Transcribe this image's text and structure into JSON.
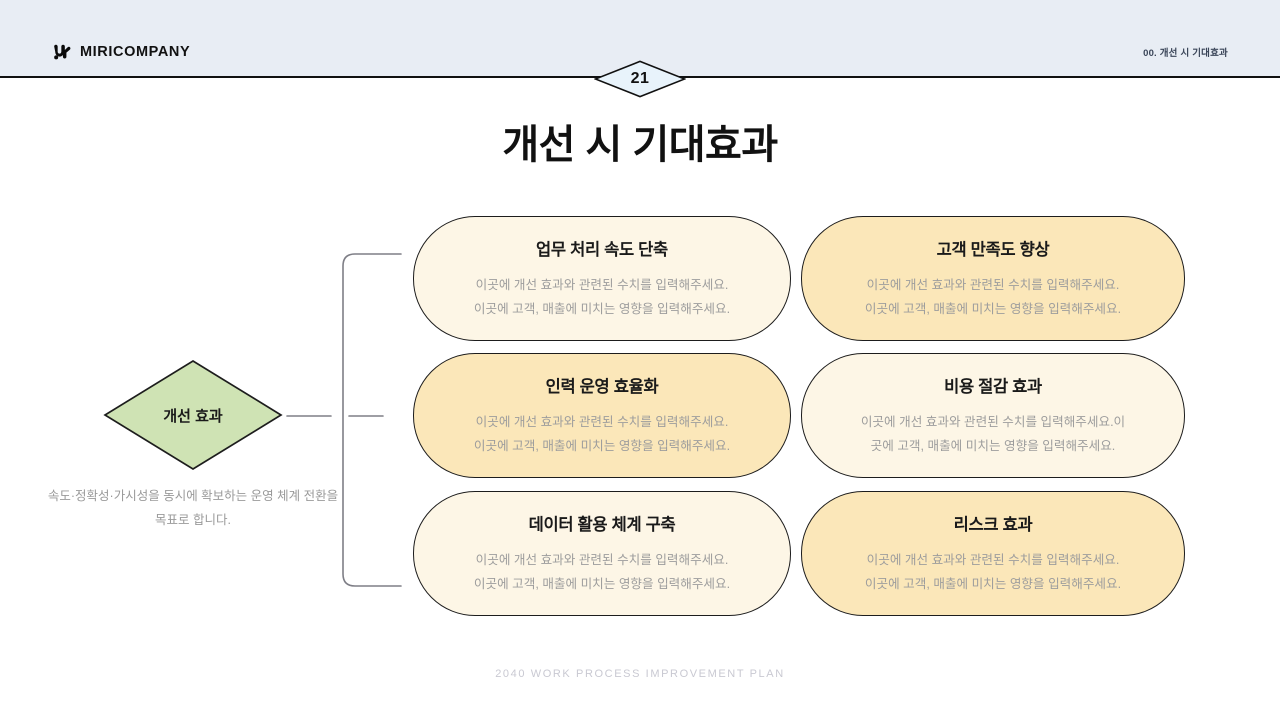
{
  "header": {
    "logo_text": "MIRICOMPANY",
    "logo_icon": "miri-mark-icon",
    "section_label": "00. 개선 시 기대효과",
    "band_color": "#e8edf4",
    "rule_color": "#111111"
  },
  "page_badge": {
    "number": "21",
    "fill": "#e8f3fb",
    "stroke": "#111111"
  },
  "title": "개선 시 기대효과",
  "left_node": {
    "label": "개선 효과",
    "fill": "#cfe3b4",
    "stroke": "#1d1d1d",
    "caption_line1": "속도·정확성·가시성을 동시에 확보하는",
    "caption_line2": "운영 체계 전환을 목표로 합니다.",
    "caption_color": "#9a9a9a"
  },
  "connector": {
    "line_color": "#7e7e86"
  },
  "cards": [
    {
      "title": "업무 처리 속도 단축",
      "body_line1": "이곳에 개선 효과와 관련된 수치를 입력해주세요.",
      "body_line2": "이곳에 고객, 매출에 미치는 영향을 입력해주세요.",
      "fill": "#fdf6e6"
    },
    {
      "title": "고객 만족도 향상",
      "body_line1": "이곳에 개선 효과와 관련된 수치를 입력해주세요.",
      "body_line2": "이곳에 고객, 매출에 미치는 영향을 입력해주세요.",
      "fill": "#fbe7b9"
    },
    {
      "title": "인력 운영 효율화",
      "body_line1": "이곳에 개선 효과와 관련된 수치를 입력해주세요.",
      "body_line2": "이곳에 고객, 매출에 미치는 영향을 입력해주세요.",
      "fill": "#fbe7b9"
    },
    {
      "title": "비용 절감 효과",
      "body_line1": "이곳에 개선 효과와 관련된 수치를 입력해주세요.이",
      "body_line2": "곳에 고객, 매출에 미치는 영향을 입력해주세요.",
      "fill": "#fdf6e6"
    },
    {
      "title": "데이터 활용 체계 구축",
      "body_line1": "이곳에 개선 효과와 관련된 수치를 입력해주세요.",
      "body_line2": "이곳에 고객, 매출에 미치는 영향을 입력해주세요.",
      "fill": "#fdf6e6"
    },
    {
      "title": "리스크 효과",
      "body_line1": "이곳에 개선 효과와 관련된 수치를 입력해주세요.",
      "body_line2": "이곳에 고객, 매출에 미치는 영향을 입력해주세요.",
      "fill": "#fbe7b9"
    }
  ],
  "footer": "2040 WORK PROCESS IMPROVEMENT PLAN"
}
